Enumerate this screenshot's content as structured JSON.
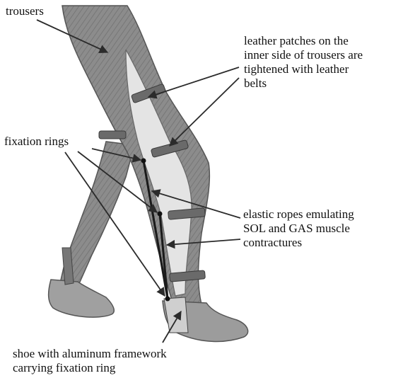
{
  "labels": {
    "trousers": "trousers",
    "leather_patches": [
      "leather patches on the",
      "inner side of trousers are",
      "tightened with leather",
      "belts"
    ],
    "fixation_rings": "fixation rings",
    "elastic_ropes": [
      "elastic ropes emulating",
      "SOL and GAS muscle",
      "contractures"
    ],
    "shoe": [
      "shoe with aluminum framework",
      "carrying fixation ring"
    ]
  },
  "colors": {
    "trousers_fill": "#8a8a8a",
    "trousers_dark": "#5e5e5e",
    "leather_light": "#e3e3e3",
    "belt": "#6a6a6a",
    "shoe": "#9a9a9a",
    "arrow": "#2b2b2b",
    "rope": "#1a1a1a"
  }
}
